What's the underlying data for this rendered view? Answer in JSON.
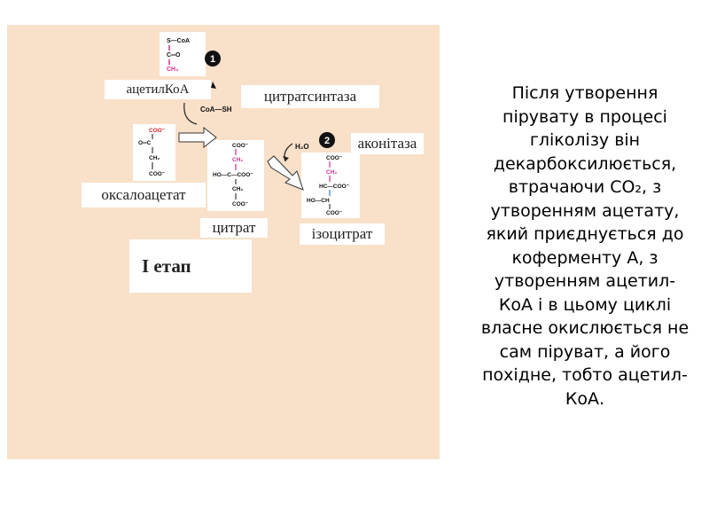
{
  "diagram": {
    "labels": {
      "acetyl_coa": "ацетилКоА",
      "citrate_synthase": "цитратсинтаза",
      "aconitase": "аконітаза",
      "oxaloacetate": "оксалоацетат",
      "citrate": "цитрат",
      "isocitrate": "ізоцитрат",
      "stage": "І етап"
    },
    "step_badges": [
      "1",
      "2"
    ],
    "coa_sh": "CoA—SH",
    "water": "H₂O",
    "formulas": {
      "acetyl_coa": [
        "S—CoA",
        "C═O",
        "CH₃"
      ],
      "oxaloacetate": [
        "COO⁻",
        "O═C",
        "CH₂",
        "COO⁻"
      ],
      "citrate": [
        "COO⁻",
        "CH₂",
        "HO—C—COO⁻",
        "CH₂",
        "COO⁻"
      ],
      "isocitrate": [
        "COO⁻",
        "CH₂",
        "HC—COO⁻",
        "HO—CH",
        "COO⁻"
      ]
    },
    "colors": {
      "carbon_tail": "#d22f8e",
      "carbonyl_oxygen": "#d62828",
      "new_group": "#2a7de1",
      "badge": "#111111"
    }
  },
  "explanation": "Після утворення пірувату в процесі гліколізу він декарбоксилюється, втрачаючи СО₂, з утворенням ацетату, який приєднується до коферменту А, з утворенням ацетил-КоА і в цьому циклі власне окислюється не сам піруват, а його похідне, тобто ацетил-КоА."
}
